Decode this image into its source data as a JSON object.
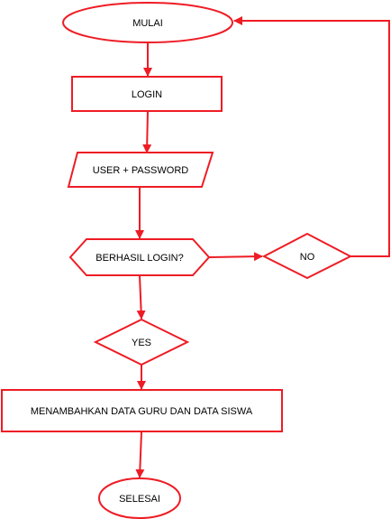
{
  "colors": {
    "stroke": "#ee1c25",
    "fill": "#ffffff",
    "text": "#000000"
  },
  "nodes": {
    "start": {
      "label": "MULAI",
      "shape": "ellipse"
    },
    "login": {
      "label": "LOGIN",
      "shape": "rectangle"
    },
    "input": {
      "label": "USER + PASSWORD",
      "shape": "parallelogram"
    },
    "decision": {
      "label": "BERHASIL LOGIN?",
      "shape": "hexagon"
    },
    "no": {
      "label": "NO",
      "shape": "diamond"
    },
    "yes": {
      "label": "YES",
      "shape": "diamond"
    },
    "process": {
      "label": "MENAMBAHKAN DATA GURU DAN DATA SISWA",
      "shape": "rectangle"
    },
    "end": {
      "label": "SELESAI",
      "shape": "ellipse"
    }
  },
  "edges": [
    {
      "from": "start",
      "to": "login"
    },
    {
      "from": "login",
      "to": "input"
    },
    {
      "from": "input",
      "to": "decision"
    },
    {
      "from": "decision",
      "to": "no"
    },
    {
      "from": "no",
      "to": "start"
    },
    {
      "from": "decision",
      "to": "yes"
    },
    {
      "from": "yes",
      "to": "process"
    },
    {
      "from": "process",
      "to": "end"
    }
  ]
}
